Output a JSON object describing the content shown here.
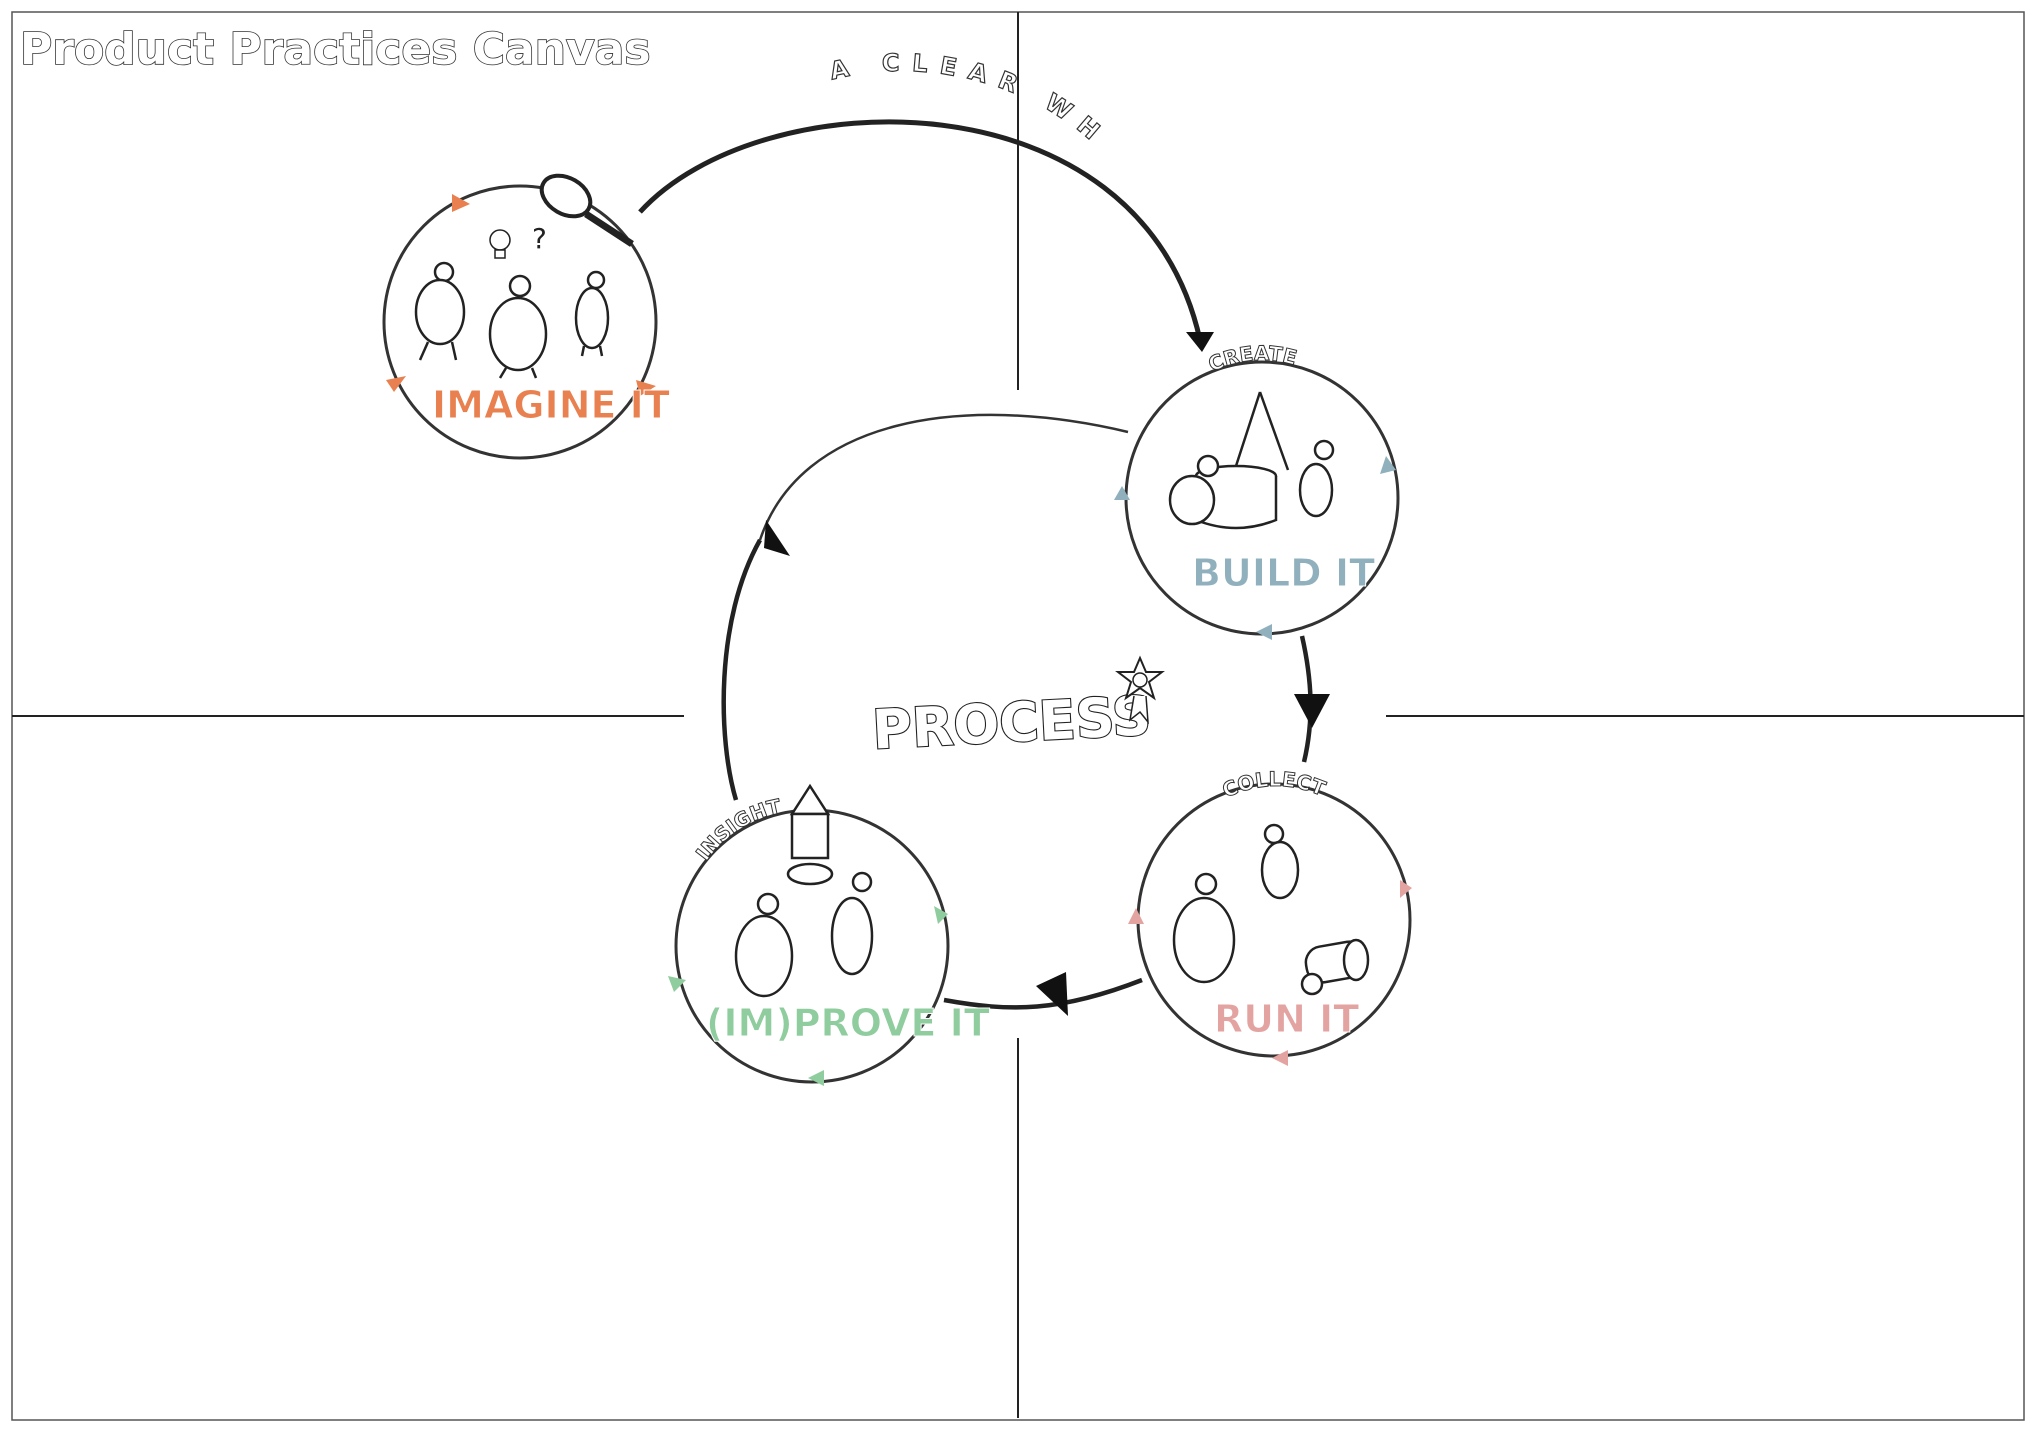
{
  "canvas": {
    "title": "Product Practices Canvas",
    "center_label": "PROCESS",
    "arc_label": "A CLEAR WHY",
    "footer": ""
  },
  "stages": {
    "imagine": {
      "label": "IMAGINE IT",
      "color": "#e8804f"
    },
    "build": {
      "label": "BUILD IT",
      "top_label": "CREATE",
      "color": "#8fb0bc"
    },
    "run": {
      "label": "RUN IT",
      "top_label": "COLLECT",
      "color": "#e3a3a1"
    },
    "improve": {
      "label": "(IM)PROVE IT",
      "top_label": "INSIGHT",
      "color": "#8fcc9e"
    }
  },
  "icons": {
    "magnifier": "magnifier-icon",
    "lightbulb": "lightbulb-icon",
    "question": "question-mark-icon",
    "rocket": "rocket-icon",
    "badge": "award-badge-icon",
    "cannon": "cannon-icon",
    "drum": "drum-icon",
    "people": "people-icon"
  }
}
